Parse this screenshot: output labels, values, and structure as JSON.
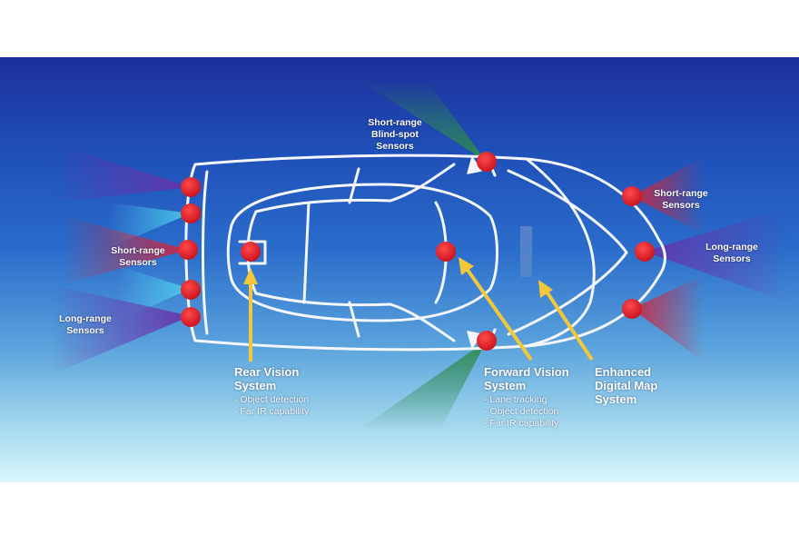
{
  "labels": {
    "blind_spot": "Short-range\nBlind-spot\nSensors",
    "rear_short": "Short-range\nSensors",
    "rear_long": "Long-range\nSensors",
    "front_short": "Short-range\nSensors",
    "front_long": "Long-range\nSensors"
  },
  "systems": {
    "rear_vision": {
      "title": "Rear Vision\nSystem",
      "features": [
        "- Object detection",
        "- Far IR capability"
      ]
    },
    "forward_vision": {
      "title": "Forward Vision\nSystem",
      "features": [
        "- Lane tracking",
        "- Object detection",
        "- Far IR capability"
      ]
    },
    "digital_map": {
      "title": "Enhanced\nDigital Map\nSystem",
      "features": []
    }
  },
  "colors": {
    "sensor_dot": "#e0202a",
    "arrow": "#f2c73a",
    "car_outline": "#f4f6ff",
    "beam_red": "#d2253a",
    "beam_cyan": "#4fd0ee",
    "beam_purple": "#6a2fa8",
    "beam_green": "#2f8a4a"
  }
}
